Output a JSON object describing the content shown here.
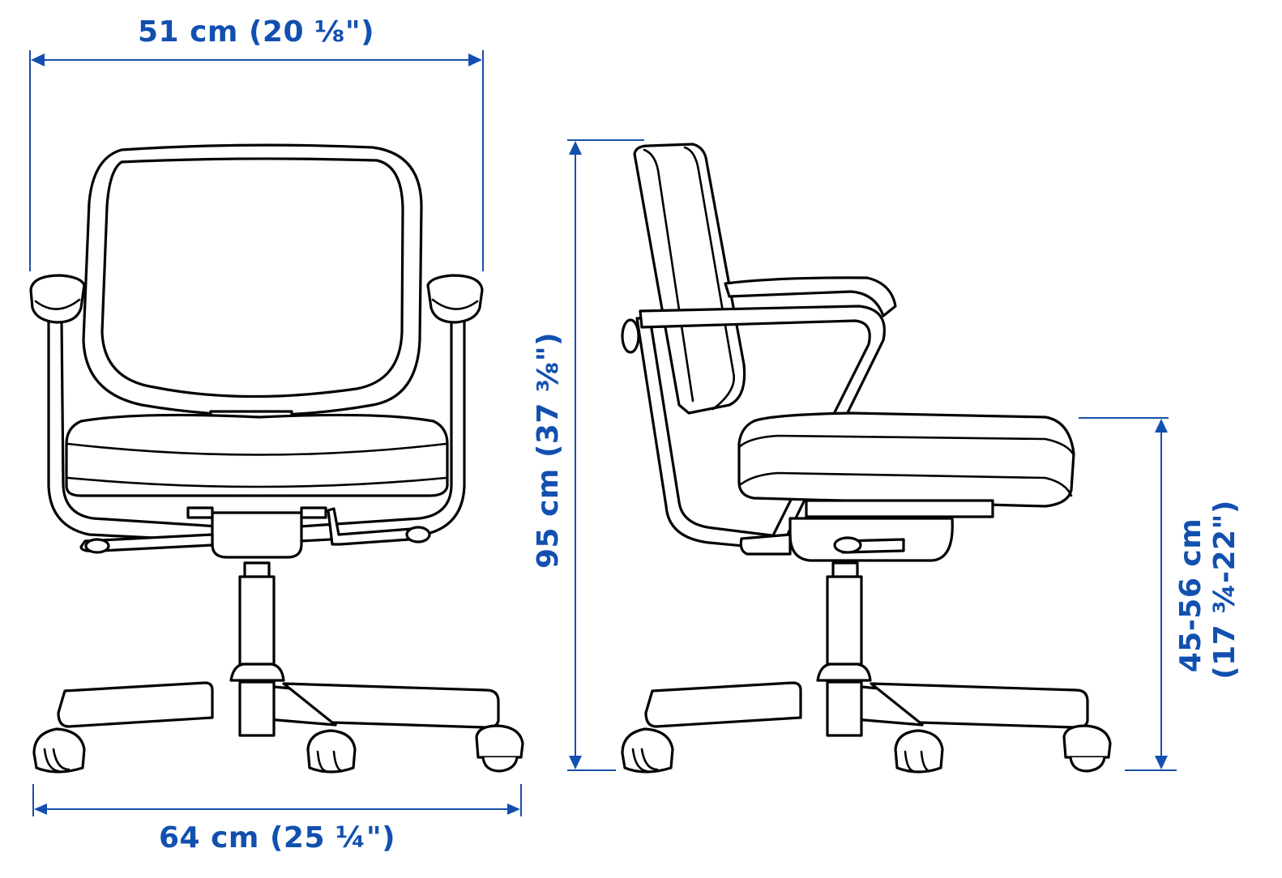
{
  "diagram": {
    "type": "product-dimension-drawing",
    "subject": "office swivel chair",
    "views": [
      {
        "name": "front-view",
        "label": ""
      },
      {
        "name": "side-view",
        "label": ""
      }
    ],
    "dimensions": {
      "width_arms": {
        "text": "51 cm (20 ⅛\")",
        "cm": 51,
        "inch": "20 1/8",
        "orientation": "horizontal"
      },
      "width_base": {
        "text": "64 cm (25 ¼\")",
        "cm": 64,
        "inch": "25 1/4",
        "orientation": "horizontal"
      },
      "height_total": {
        "text": "95 cm (37 ⅜\")",
        "cm": 95,
        "inch": "37 3/8",
        "orientation": "vertical"
      },
      "seat_height_line1": "45-56 cm",
      "seat_height_line2": "(17 ¾-22\")",
      "seat_height": {
        "cm_min": 45,
        "cm_max": 56,
        "inch_min": "17 3/4",
        "inch_max": "22",
        "orientation": "vertical"
      }
    },
    "colors": {
      "dimension_blue": "#1250b0",
      "line_black": "#000000",
      "background": "#ffffff"
    }
  }
}
